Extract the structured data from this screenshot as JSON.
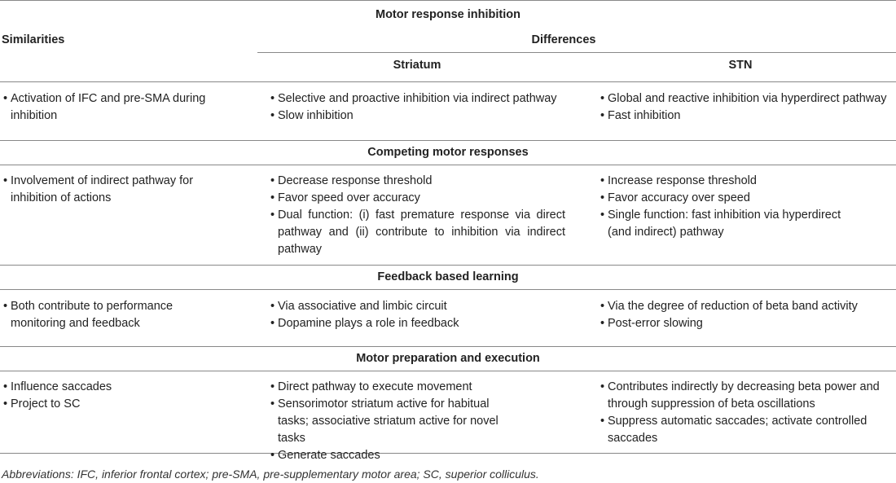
{
  "table": {
    "main_header": "Motor response inhibition",
    "col_similarities": "Similarities",
    "col_differences": "Differences",
    "col_striatum": "Striatum",
    "col_stn": "STN",
    "sections": [
      {
        "title": "",
        "similarities": [
          "Activation of IFC and pre-SMA during inhibition"
        ],
        "striatum": [
          "Selective and proactive inhibition via indirect pathway",
          "Slow inhibition"
        ],
        "stn": [
          "Global and reactive inhibition via hyperdirect pathway",
          "Fast inhibition"
        ]
      },
      {
        "title": "Competing motor responses",
        "similarities": [
          "Involvement of indirect pathway for inhibition of actions"
        ],
        "striatum": [
          "Decrease response threshold",
          "Favor speed over accuracy",
          "Dual function: (i) fast premature response via direct pathway and (ii) contribute to inhibition via indirect pathway"
        ],
        "stn": [
          "Increase response threshold",
          "Favor accuracy over speed",
          "Single function: fast inhibition via hyperdirect (and indirect) pathway"
        ]
      },
      {
        "title": "Feedback based learning",
        "similarities": [
          "Both contribute to performance monitoring and feedback"
        ],
        "striatum": [
          "Via associative and limbic circuit",
          "Dopamine plays a role in feedback"
        ],
        "stn": [
          "Via the degree of reduction of beta band activity",
          "Post-error slowing"
        ]
      },
      {
        "title": "Motor preparation and execution",
        "similarities": [
          "Influence saccades",
          "Project to SC"
        ],
        "striatum": [
          "Direct pathway to execute movement",
          "Sensorimotor striatum active for habitual tasks; associative striatum active for novel tasks",
          "Generate saccades"
        ],
        "stn": [
          "Contributes indirectly by decreasing beta power and through suppression of beta oscillations",
          "Suppress automatic saccades; activate controlled saccades"
        ]
      }
    ]
  },
  "footnote": "Abbreviations: IFC, inferior frontal cortex; pre-SMA, pre-supplementary motor area; SC, superior colliculus."
}
